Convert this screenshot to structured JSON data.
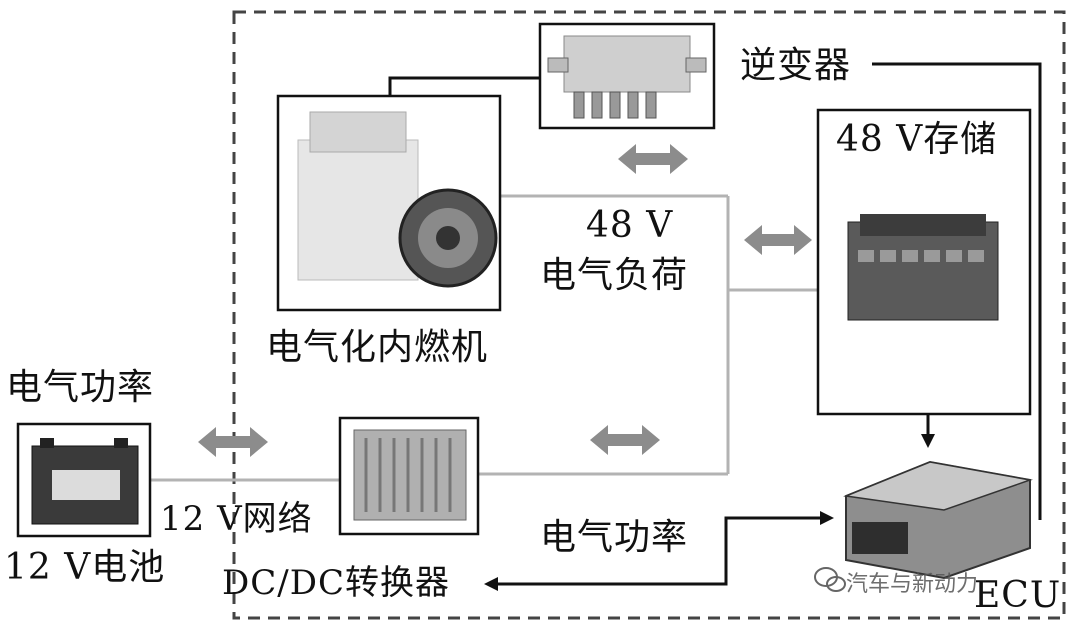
{
  "labels": {
    "inverter": "逆变器",
    "storage_48v": "48 V存储",
    "load_48v_line1": "48 V",
    "load_48v_line2": "电气负荷",
    "electrified_ice": "电气化内燃机",
    "electric_power_left": "电气功率",
    "network_12v": "12 V网络",
    "battery_12v": "12 V电池",
    "electric_power_bottom": "电气功率",
    "dcdc_converter": "DC/DC转换器",
    "ecu": "ECU"
  },
  "watermark": {
    "text": "汽车与新动力"
  },
  "colors": {
    "arrow_gray": "#8c8c8c",
    "line_gray": "#b3b3b3",
    "line_dark": "#111111",
    "dash_border": "#444444"
  },
  "icons": [
    "engine-image",
    "inverter-image",
    "storage-unit-image",
    "dcdc-converter-image",
    "battery-image",
    "ecu-image",
    "wechat-icon"
  ]
}
